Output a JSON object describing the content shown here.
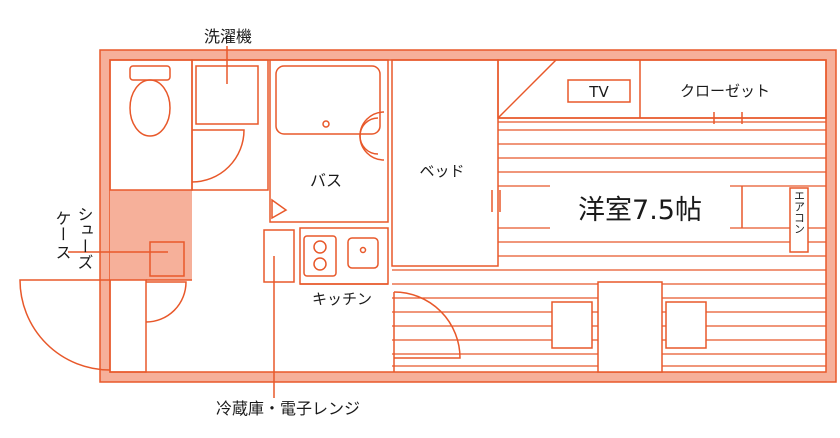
{
  "colors": {
    "wall": "#e8582a",
    "wall_fill": "#f6b09a",
    "line": "#e8582a",
    "text": "#1a1a1a"
  },
  "labels": {
    "washing_machine": "洗濯機",
    "bath": "バス",
    "bed": "ベッド",
    "tv": "TV",
    "closet": "クローゼット",
    "room": "洋室7.5帖",
    "aircon": "エアコン",
    "shoe_case_line1": "シュー",
    "shoe_case_line2": "ズ",
    "shoe_case_col2_line1": "ケー",
    "shoe_case_col2_line2": "ス",
    "kitchen": "キッチン",
    "fridge_microwave": "冷蔵庫・電子レンジ"
  }
}
